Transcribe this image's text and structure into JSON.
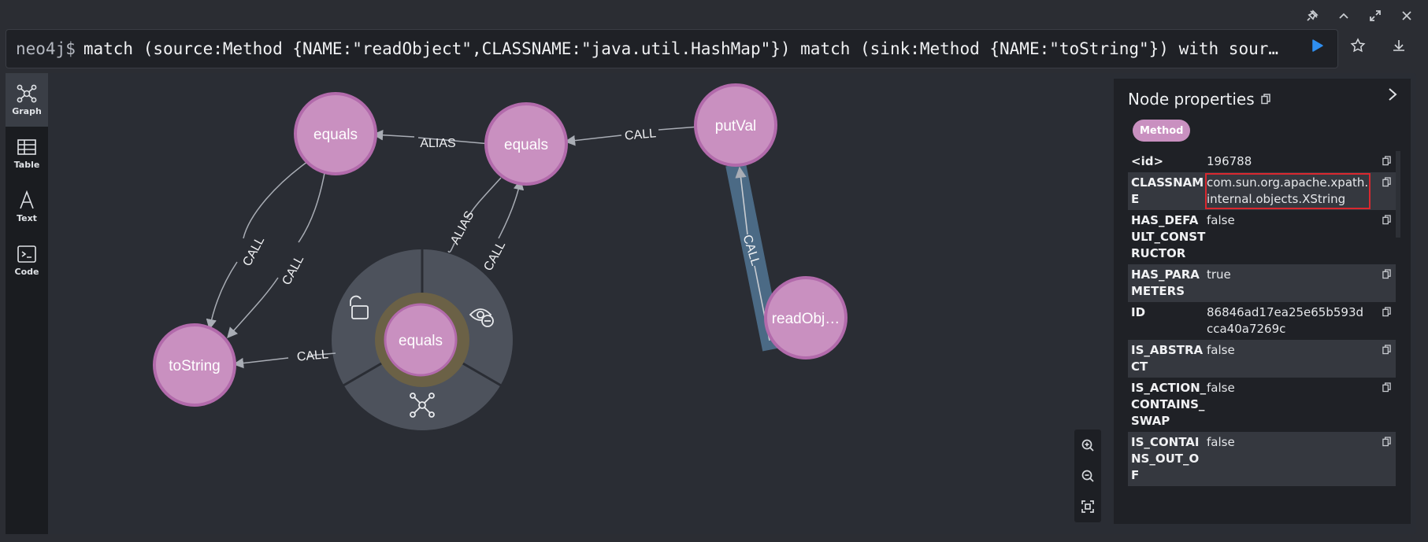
{
  "editor": {
    "prompt": "neo4j$",
    "query": "match (source:Method {NAME:\"readObject\",CLASSNAME:\"java.util.HashMap\"}) match (sink:Method {NAME:\"toString\"}) with sour…"
  },
  "sidebar": {
    "items": [
      {
        "label": "Graph",
        "icon": "graph-icon"
      },
      {
        "label": "Table",
        "icon": "table-icon"
      },
      {
        "label": "Text",
        "icon": "text-icon"
      },
      {
        "label": "Code",
        "icon": "code-icon"
      }
    ]
  },
  "graph": {
    "nodes": [
      {
        "label": "equals"
      },
      {
        "label": "equals"
      },
      {
        "label": "putVal"
      },
      {
        "label": "toString"
      },
      {
        "label": "equals"
      },
      {
        "label": "readObj…"
      }
    ],
    "edges": [
      {
        "label": "ALIAS"
      },
      {
        "label": "CALL"
      },
      {
        "label": "CALL"
      },
      {
        "label": "CALL"
      },
      {
        "label": "ALIAS"
      },
      {
        "label": "CALL"
      },
      {
        "label": "CALL"
      },
      {
        "label": "CALL"
      }
    ],
    "node_color": "#c990c0",
    "node_border": "#b26aab"
  },
  "props": {
    "title": "Node properties",
    "node_label": "Method",
    "rows": [
      {
        "key": "<id>",
        "value": "196788"
      },
      {
        "key": "CLASSNAME",
        "value": "com.sun.org.apache.xpath.internal.objects.XString"
      },
      {
        "key": "HAS_DEFAULT_CONSTRUCTOR",
        "value": "false"
      },
      {
        "key": "HAS_PARAMETERS",
        "value": "true"
      },
      {
        "key": "ID",
        "value": "86846ad17ea25e65b593dcca40a7269c"
      },
      {
        "key": "IS_ABSTRACT",
        "value": "false"
      },
      {
        "key": "IS_ACTION_CONTAINS_SWAP",
        "value": "false"
      },
      {
        "key": "IS_CONTAINS_OUT_OF",
        "value": "false"
      }
    ]
  }
}
